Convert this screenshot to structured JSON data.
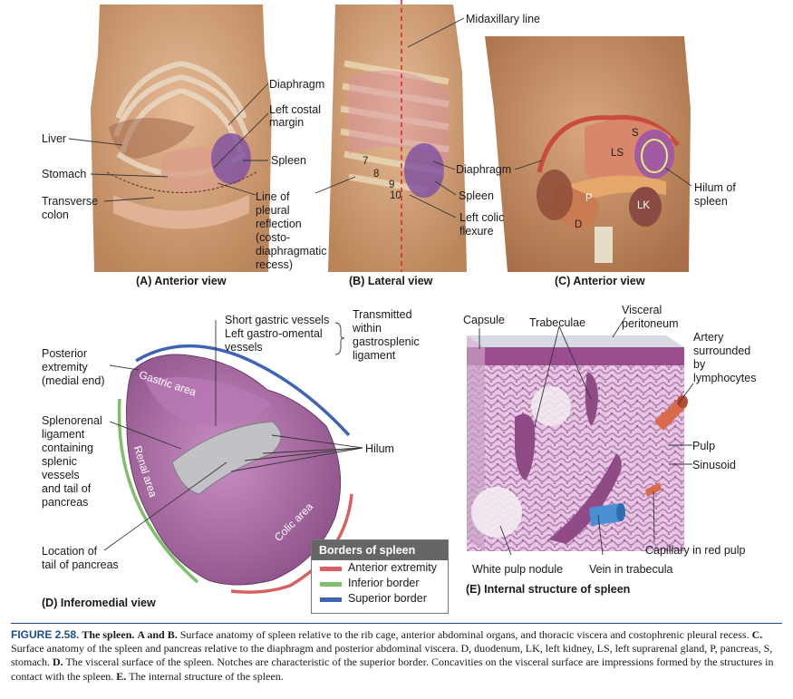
{
  "panelA": {
    "title": "(A) Anterior view",
    "labels": {
      "diaphragm": "Diaphragm",
      "left_costal_margin": [
        "Left costal",
        "margin"
      ],
      "liver": "Liver",
      "stomach": "Stomach",
      "transverse_colon": [
        "Transverse",
        "colon"
      ],
      "spleen": "Spleen",
      "line_of_pleural_reflection": [
        "Line of",
        "pleural",
        "reflection",
        "(costo-",
        "diaphragmatic",
        "recess)"
      ]
    }
  },
  "panelB": {
    "title": "(B) Lateral view",
    "labels": {
      "midaxillary_line": "Midaxillary line",
      "diaphragm": "Diaphragm",
      "spleen": "Spleen",
      "left_colic_flexure": [
        "Left colic",
        "flexure"
      ]
    },
    "rib_numbers": [
      "7",
      "8",
      "9",
      "10"
    ]
  },
  "panelC": {
    "title": "(C) Anterior view",
    "labels": {
      "s": "S",
      "ls": "LS",
      "p": "P",
      "d": "D",
      "lk": "LK",
      "hilum_of_spleen": [
        "Hilum of",
        "spleen"
      ]
    }
  },
  "panelD": {
    "title": "(D) Inferomedial view",
    "labels": {
      "short_gastric_vessels": "Short gastric vessels",
      "left_gastro_omental": [
        "Left gastro-omental",
        "vessels"
      ],
      "transmitted": [
        "Transmitted",
        "within",
        "gastrosplenic",
        "ligament"
      ],
      "posterior_extremity": [
        "Posterior",
        "extremity",
        "(medial end)"
      ],
      "splenorenal_ligament": [
        "Splenorenal",
        "ligament",
        "containing",
        "splenic",
        "vessels",
        "and tail of",
        "pancreas"
      ],
      "hilum": "Hilum",
      "location_tail": [
        "Location of",
        "tail of pancreas"
      ],
      "gastric_area": "Gastric area",
      "renal_area": "Renal area",
      "colic_area": "Colic area"
    },
    "legend": {
      "title": "Borders of spleen",
      "items": [
        {
          "label": "Anterior extremity",
          "color": "#d9605e"
        },
        {
          "label": "Inferior border",
          "color": "#7dbf6a"
        },
        {
          "label": "Superior border",
          "color": "#3f63b5"
        }
      ]
    }
  },
  "panelE": {
    "title": "(E) Internal structure of spleen",
    "labels": {
      "capsule": "Capsule",
      "trabeculae": "Trabeculae",
      "visceral_peritoneum": [
        "Visceral",
        "peritoneum"
      ],
      "artery": [
        "Artery",
        "surrounded",
        "by",
        "lymphocytes"
      ],
      "pulp": "Pulp",
      "sinusoid": "Sinusoid",
      "capillary": "Capillary in red pulp",
      "white_pulp_nodule": "White pulp nodule",
      "vein_in_trabecula": "Vein in trabecula"
    }
  },
  "caption": {
    "fig_number": "FIGURE 2.58.",
    "title": "The spleen.",
    "text_ab_label": "A and B.",
    "text_ab": "Surface anatomy of spleen relative to the rib cage, anterior abdominal organs, and thoracic viscera and costophrenic pleural recess.",
    "text_c_label": "C.",
    "text_c": "Surface anatomy of the spleen and pancreas relative to the diaphragm and posterior abdominal viscera. D, duodenum, LK, left kidney, LS, left suprarenal gland, P, pancreas, S, stomach.",
    "text_d_label": "D.",
    "text_d": "The visceral surface of the spleen. Notches are characteristic of the superior border. Concavities on the visceral surface are impressions formed by the structures in contact with the spleen.",
    "text_e_label": "E.",
    "text_e": "The internal structure of the spleen."
  }
}
